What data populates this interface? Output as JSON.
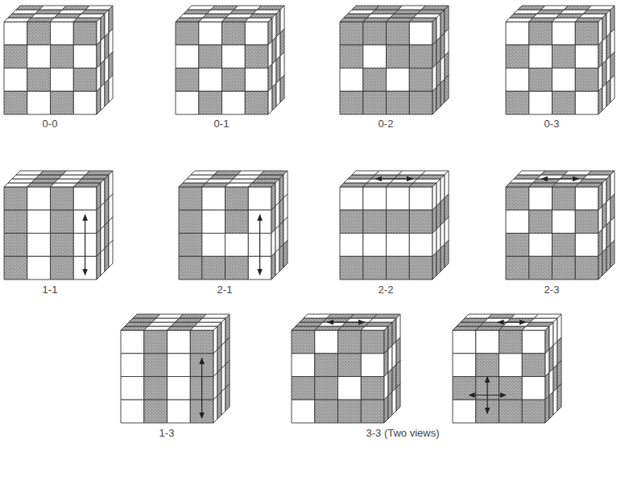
{
  "diagram": {
    "labels": [
      "0-0",
      "0-1",
      "0-2",
      "0-3",
      "1-1",
      "2-1",
      "2-2",
      "2-3",
      "1-3",
      "3-3 (Two views)"
    ]
  }
}
